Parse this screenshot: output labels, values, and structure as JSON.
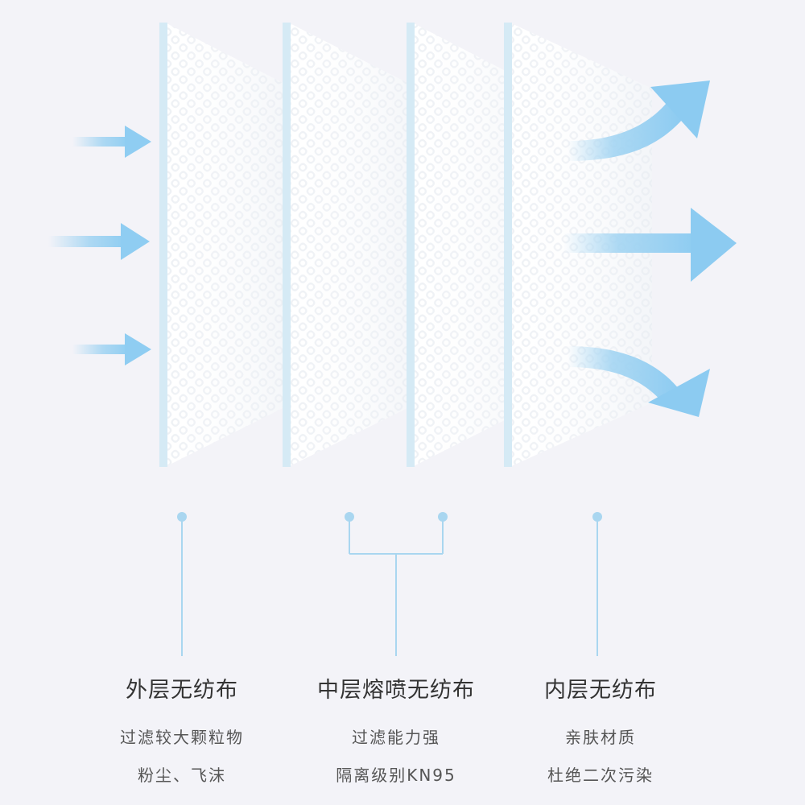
{
  "layers": [
    {
      "title": "外层无纺布",
      "lines": [
        "过滤较大颗粒物",
        "粉尘、飞沫"
      ]
    },
    {
      "title": "中层熔喷无纺布",
      "lines": [
        "过滤能力强",
        "隔离级别KN95"
      ]
    },
    {
      "title": "内层无纺布",
      "lines": [
        "亲肤材质",
        "杜绝二次污染"
      ]
    }
  ],
  "colors": {
    "background": "#f3f3f8",
    "arrow": "#9fd3f2",
    "connector": "#a9d6f0",
    "sheet": "#ffffff",
    "sheet_edge": "#cfe6f2"
  }
}
